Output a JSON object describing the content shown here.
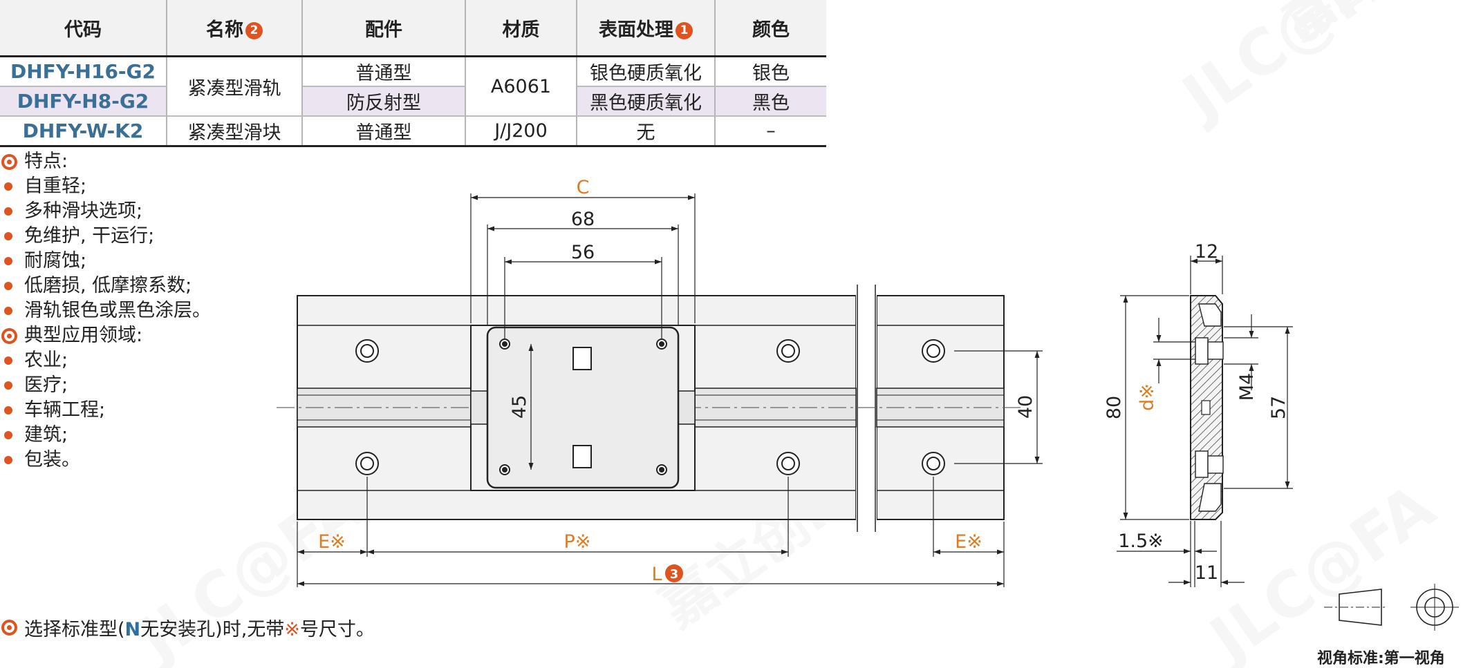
{
  "table": {
    "headers": {
      "code": "代码",
      "name": "名称",
      "name_badge": "2",
      "part": "配件",
      "material": "材质",
      "surface": "表面处理",
      "surface_badge": "1",
      "color": "颜色"
    },
    "rows": [
      {
        "code": "DHFY-H16-G2",
        "part": "普通型",
        "surface": "银色硬质氧化",
        "color": "银色"
      },
      {
        "code": "DHFY-H8-G2",
        "part": "防反射型",
        "surface": "黑色硬质氧化",
        "color": "黑色"
      },
      {
        "code": "DHFY-W-K2",
        "name": "紧凑型滑块",
        "part": "普通型",
        "material": "J/J200",
        "surface": "无",
        "color": "–"
      }
    ],
    "merged": {
      "rail_name": "紧凑型滑轨",
      "rail_material": "A6061"
    }
  },
  "features": {
    "title": "特点:",
    "items": [
      "自重轻;",
      "多种滑块选项;",
      "免维护, 干运行;",
      "耐腐蚀;",
      "低磨损, 低摩擦系数;",
      "滑轨银色或黑色涂层。"
    ]
  },
  "applications": {
    "title": "典型应用领域:",
    "items": [
      "农业;",
      "医疗;",
      "车辆工程;",
      "建筑;",
      "包装。"
    ]
  },
  "drawing": {
    "dim_C": "C",
    "dim_68": "68",
    "dim_56": "56",
    "dim_45": "45",
    "dim_40": "40",
    "dim_E_left": "E※",
    "dim_P": "P※",
    "dim_E_right": "E※",
    "dim_L": "L",
    "dim_L_badge": "3",
    "side_12": "12",
    "side_80": "80",
    "side_d": "d※",
    "side_M4": "M4",
    "side_57": "57",
    "side_15": "1.5※",
    "side_11": "11"
  },
  "note": {
    "prefix": "选择标准型(",
    "letter": "N",
    "middle": "无安装孔)时,无带",
    "mark": "※",
    "suffix": "号尺寸。"
  },
  "view_standard": "视角标准:第一视角",
  "colors": {
    "accent": "#e0531f",
    "code_blue": "#3a6f96",
    "highlight": "#ece4f0",
    "dim_orange": "#e07b22"
  }
}
